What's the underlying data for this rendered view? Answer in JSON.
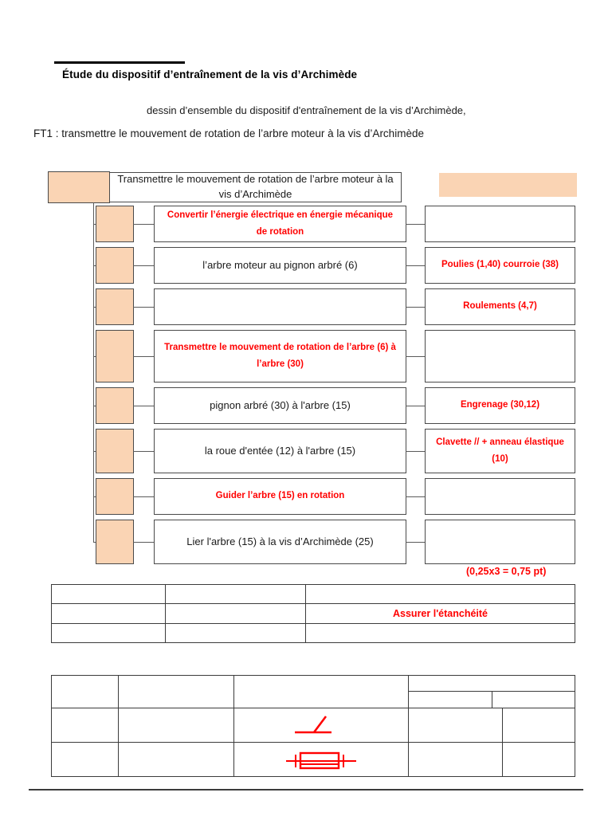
{
  "header": {
    "title": "Étude du dispositif d’entraînement de la vis d’Archimède",
    "subtitle": "dessin d’ensemble du dispositif d'entraînement de la vis d’Archimède,",
    "ft1": "FT1 : transmettre le mouvement de rotation de l’arbre moteur à la vis d’Archimède"
  },
  "diagram": {
    "root": {
      "code_label": "",
      "function_label": "Transmettre le mouvement de rotation de l’arbre moteur à la vis d’Archimède",
      "solution_label": ""
    },
    "rows": [
      {
        "code_label": "",
        "function_label": "Convertir l’énergie électrique en énergie mécanique de rotation",
        "function_color": "#ff0000",
        "solution_label": "",
        "solution_color": "#ff0000"
      },
      {
        "code_label": "",
        "function_label": "l’arbre moteur au pignon arbré (6)",
        "function_color": "#1a1a1a",
        "solution_label": "Poulies (1,40) courroie (38)",
        "solution_color": "#ff0000"
      },
      {
        "code_label": "",
        "function_label": "",
        "function_color": "#1a1a1a",
        "solution_label": "Roulements (4,7)",
        "solution_color": "#ff0000"
      },
      {
        "code_label": "",
        "function_label": "Transmettre le mouvement de rotation de l’arbre (6) à l’arbre (30)",
        "function_color": "#ff0000",
        "solution_label": "",
        "solution_color": "#ff0000"
      },
      {
        "code_label": "",
        "function_label": "pignon arbré (30) à l'arbre (15)",
        "function_color": "#1a1a1a",
        "solution_label": "Engrenage (30,12)",
        "solution_color": "#ff0000"
      },
      {
        "code_label": "",
        "function_label": "la roue d'entée (12) à l'arbre (15)",
        "function_color": "#1a1a1a",
        "solution_label": "Clavette // + anneau élastique (10)",
        "solution_color": "#ff0000"
      },
      {
        "code_label": "",
        "function_label": "Guider l’arbre (15) en rotation",
        "function_color": "#ff0000",
        "solution_label": "",
        "solution_color": "#ff0000"
      },
      {
        "code_label": "",
        "function_label": "Lier l'arbre (15) à la vis d’Archimède (25)",
        "function_color": "#1a1a1a",
        "solution_label": "",
        "solution_color": "#ff0000"
      }
    ],
    "points_note": "(0,25x3 = 0,75 pt)"
  },
  "table_top": {
    "rows": [
      [
        "",
        "",
        ""
      ],
      [
        "",
        "",
        "Assurer l'étanchéité"
      ],
      [
        "",
        "",
        ""
      ]
    ]
  },
  "table_bottom": {
    "rows": [
      {
        "c1": "",
        "c2": "",
        "c3": "",
        "c4": "",
        "c5": ""
      },
      {
        "c1": "",
        "c2": "",
        "c3": "symbol-angle-icon",
        "c4": "",
        "c5": ""
      },
      {
        "c1": "",
        "c2": "",
        "c3": "symbol-key-icon",
        "c4": "",
        "c5": ""
      }
    ]
  },
  "colors": {
    "salmon": "#fad4b4",
    "red": "#ff0000",
    "border": "#4a4a4a",
    "text": "#1a1a1a"
  }
}
